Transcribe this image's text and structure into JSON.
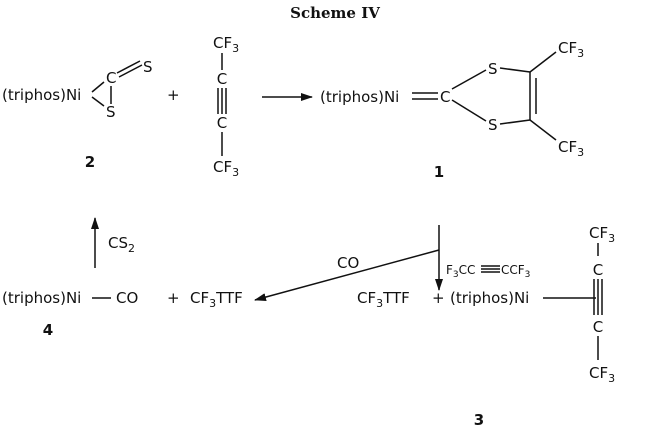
{
  "title": "Scheme IV",
  "compounds": {
    "c2": {
      "complex": "(triphos)Ni",
      "atom_c": "C",
      "atom_s_top": "S",
      "atom_s_bottom": "S",
      "number": "2"
    },
    "alkyne": {
      "cf3_top": "CF",
      "cf3_bottom": "CF",
      "atom_c_top": "C",
      "atom_c_bottom": "C",
      "plus": "+",
      "sub": "3"
    },
    "c1": {
      "complex": "(triphos)Ni",
      "atom_c": "C",
      "atom_s_top": "S",
      "atom_s_bottom": "S",
      "cf3_top": "CF",
      "cf3_bottom": "CF",
      "sub": "3",
      "number": "1"
    },
    "c4": {
      "complex": "(triphos)Ni",
      "ligand": "CO",
      "number": "4"
    },
    "c3": {
      "complex": "(triphos)Ni",
      "cf3_top": "CF",
      "cf3_bottom": "CF",
      "atom_c_top": "C",
      "atom_c_bottom": "C",
      "sub": "3",
      "number": "3"
    }
  },
  "products": {
    "ttf_left": {
      "prefix": "CF",
      "sub": "3",
      "suffix": "TTF",
      "plus": "+"
    },
    "ttf_right": {
      "prefix": "CF",
      "sub": "3",
      "suffix": "TTF",
      "plus": "+"
    }
  },
  "reagents": {
    "cs2": {
      "main": "CS",
      "sub": "2"
    },
    "co": "CO",
    "alkyne": {
      "left": "F",
      "left_sub": "3",
      "mid": "CC",
      "right": "CCF",
      "right_sub": "3"
    }
  }
}
